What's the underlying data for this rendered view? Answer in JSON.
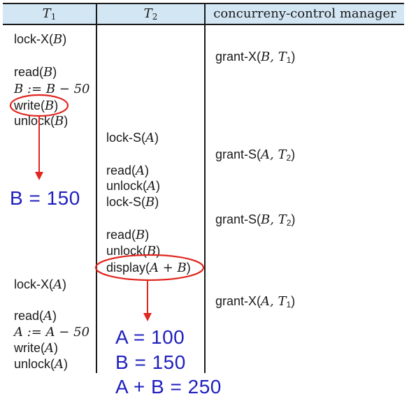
{
  "columns": {
    "t1": {
      "name": "T",
      "sub": "1"
    },
    "t2": {
      "name": "T",
      "sub": "2"
    },
    "manager": "concurreny-control manager"
  },
  "steps": [
    {
      "id": "s1",
      "col": "t1",
      "op": "lock-X",
      "args": "B"
    },
    {
      "id": "s2",
      "col": "manager",
      "op": "grant-X",
      "args": "B, T",
      "sub": "1"
    },
    {
      "id": "s3",
      "col": "t1",
      "op": "read",
      "args": "B"
    },
    {
      "id": "s4",
      "col": "t1",
      "math": "B := B − 50"
    },
    {
      "id": "s5",
      "col": "t1",
      "op": "write",
      "args": "B",
      "highlighted": true
    },
    {
      "id": "s6",
      "col": "t1",
      "op": "unlock",
      "args": "B"
    },
    {
      "id": "s7",
      "col": "t2",
      "op": "lock-S",
      "args": "A"
    },
    {
      "id": "s8",
      "col": "manager",
      "op": "grant-S",
      "args": "A, T",
      "sub": "2"
    },
    {
      "id": "s9",
      "col": "t2",
      "op": "read",
      "args": "A"
    },
    {
      "id": "s10",
      "col": "t2",
      "op": "unlock",
      "args": "A"
    },
    {
      "id": "s11",
      "col": "t2",
      "op": "lock-S",
      "args": "B"
    },
    {
      "id": "s12",
      "col": "manager",
      "op": "grant-S",
      "args": "B, T",
      "sub": "2"
    },
    {
      "id": "s13",
      "col": "t2",
      "op": "read",
      "args": "B"
    },
    {
      "id": "s14",
      "col": "t2",
      "op": "unlock",
      "args": "B"
    },
    {
      "id": "s15",
      "col": "t2",
      "op": "display",
      "args": "A + B",
      "highlighted": true
    },
    {
      "id": "s16",
      "col": "t1",
      "op": "lock-X",
      "args": "A"
    },
    {
      "id": "s17",
      "col": "manager",
      "op": "grant-X",
      "args": "A, T",
      "sub": "1"
    },
    {
      "id": "s18",
      "col": "t1",
      "op": "read",
      "args": "A"
    },
    {
      "id": "s19",
      "col": "t1",
      "math": "A := A − 50"
    },
    {
      "id": "s20",
      "col": "t1",
      "op": "write",
      "args": "A"
    },
    {
      "id": "s21",
      "col": "t1",
      "op": "unlock",
      "args": "A"
    }
  ],
  "annotations": {
    "b_after_write": "B = 150",
    "display_values": [
      "A = 100",
      "B = 150",
      "A + B = 250"
    ]
  },
  "colors": {
    "header_band": "#d3e6f4",
    "highlight_ellipse": "#e0261f",
    "arrow": "#e0261f",
    "annotation_text": "#1f1fbf"
  }
}
